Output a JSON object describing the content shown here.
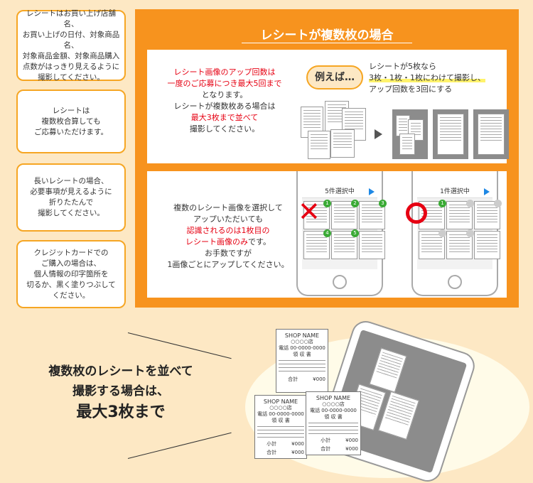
{
  "notes": [
    "レシートはお買い上げ店舗名、\nお買い上げの日付、対象商品名、\n対象商品金額、対象商品購入\n点数がはっきり見えるように\n撮影してください。",
    "レシートは\n複数枚合算しても\nご応募いただけます。",
    "長いレシートの場合、\n必要事項が見えるように\n折りたたんで\n撮影してください。",
    "クレジットカードでの\nご購入の場合は、\n個人情報の印字箇所を\n切るか、黒く塗りつぶして\nください。"
  ],
  "panel": {
    "title": "レシートが複数枚の場合",
    "card1": {
      "red1": "レシート画像のアップ回数は",
      "red2": "一度のご応募につき最大5回まで",
      "line3": "となります。",
      "line4": "レシートが複数枚ある場合は",
      "red5": "最大3枚まで並べて",
      "line6": "撮影してください。",
      "example_label": "例えば…",
      "ex1": "レシートが5枚なら",
      "ex2": "3枚・1枚・1枚にわけて撮影し、",
      "ex3": "アップ回数を3回にする"
    },
    "card2": {
      "line1": "複数のレシート画像を選択して",
      "line2": "アップいただいても",
      "red3": "認識されるのは1枚目の",
      "red4": "レシート画像のみ",
      "line4_suffix": "です。",
      "line5": "お手数ですが",
      "line6": "1画像ごとにアップしてください。",
      "phone1_label": "5件選択中",
      "phone2_label": "1件選択中",
      "wrong_mark": "✕",
      "checks": [
        "1",
        "2",
        "3",
        "4",
        "5"
      ]
    }
  },
  "bottom": {
    "line1": "複数枚のレシートを並べて",
    "line2": "撮影する場合は、",
    "line3": "最大3枚まで"
  },
  "receipt": {
    "shop": "SHOP NAME",
    "store": "○○○○店",
    "tel": "電話 00-0000-0000",
    "title": "領 収 書",
    "subtotal": "小計　　　¥000",
    "total": "合計　　　¥000"
  }
}
